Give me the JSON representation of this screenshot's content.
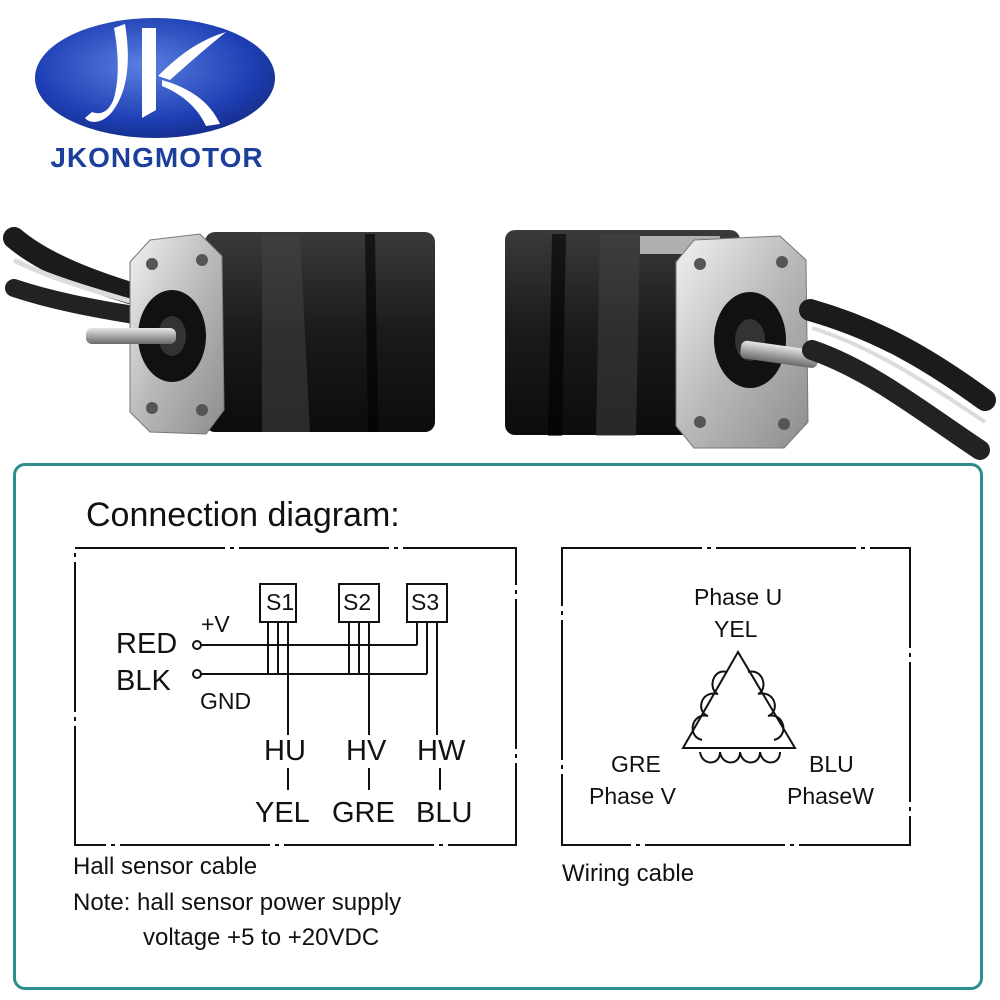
{
  "brand": {
    "name": "JKONGMOTOR"
  },
  "diagram": {
    "title": "Connection diagram:",
    "hall": {
      "sensors": [
        "S1",
        "S2",
        "S3"
      ],
      "supply_pos": "+V",
      "supply_gnd": "GND",
      "red": "RED",
      "blk": "BLK",
      "outputs": [
        "HU",
        "HV",
        "HW"
      ],
      "output_colors": [
        "YEL",
        "GRE",
        "BLU"
      ],
      "caption": "Hall sensor cable"
    },
    "winding": {
      "phase_u": "Phase U",
      "phase_u_color": "YEL",
      "phase_v": "Phase V",
      "phase_v_color": "GRE",
      "phase_w": "PhaseW",
      "phase_w_color": "BLU",
      "caption": "Wiring cable"
    },
    "note_line1": "Note: hall sensor power supply",
    "note_line2": "voltage +5 to +20VDC"
  },
  "colors": {
    "brand_blue": "#1c3f9c",
    "panel_border": "#2d8c8c"
  }
}
